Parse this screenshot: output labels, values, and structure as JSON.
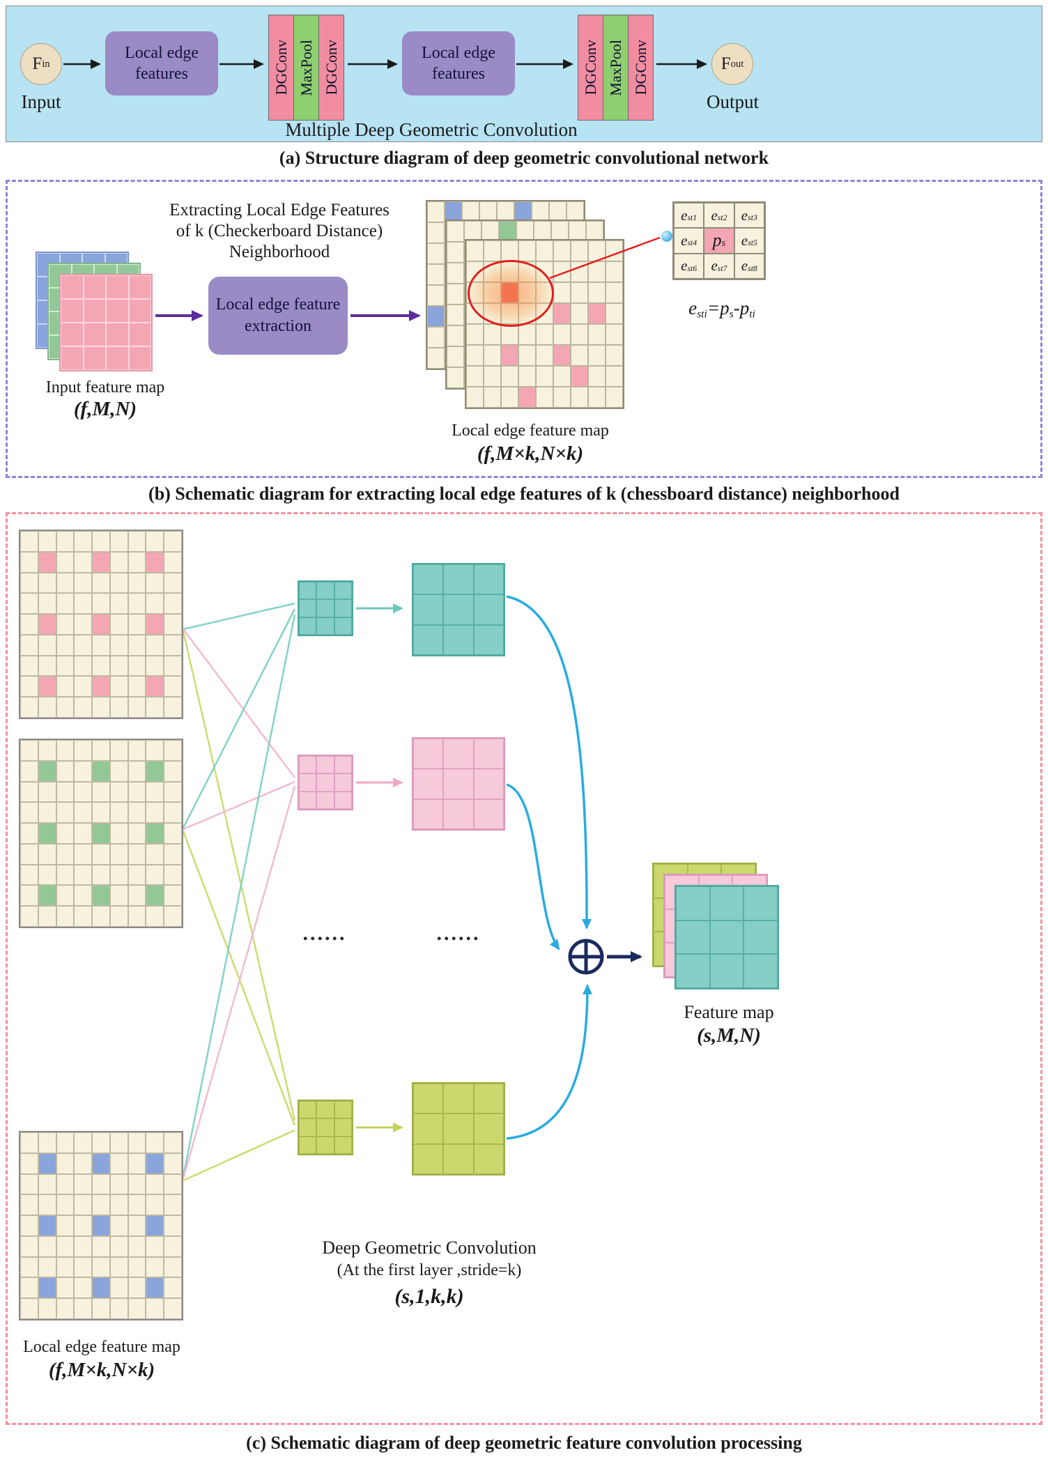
{
  "colors": {
    "panel_a_bg": "#b7e3f3",
    "purple_box": "#9a8ac6",
    "bar_pink": "#f28da1",
    "bar_green": "#8ecf70",
    "node_circle": "#eedfc3",
    "blue": "#8aa4dc",
    "green": "#92c897",
    "pink": "#f4a6b4",
    "cream": "#f6f2dd",
    "redcell": "#ee6a6a",
    "teal": "#85cfc6",
    "lightpink": "#f6c9db",
    "yellow": "#ccd86e",
    "arrow_blue": "#29abe2",
    "navy": "#1b2a5e",
    "purple_arrow": "#5c2d9c",
    "red_highlight": "#e31e1e",
    "panel_b_border": "#8d84d8",
    "panel_c_border": "#f290a0"
  },
  "captions": {
    "a": "(a) Structure diagram of deep geometric convolutional network",
    "b": "(b) Schematic diagram for extracting local edge features of k (chessboard distance) neighborhood",
    "c": "(c) Schematic diagram of deep geometric feature convolution processing"
  },
  "panel_a": {
    "fin_main": "F",
    "fin_sub": "in",
    "fout_main": "F",
    "fout_sub": "out",
    "input_label": "Input",
    "output_label": "Output",
    "box1": "Local edge features",
    "box2": "Local edge features",
    "bars": [
      "DGConv",
      "MaxPool",
      "DGConv"
    ],
    "bottom_label": "Multiple Deep Geometric Convolution"
  },
  "panel_b": {
    "heading_line1": "Extracting Local Edge Features",
    "heading_line2": "of k (Checkerboard Distance)",
    "heading_line3": "Neighborhood",
    "input_map_label": "Input feature map",
    "input_map_dims": "(f,M,N)",
    "extract_line1": "Local edge feature",
    "extract_line2": "extraction",
    "edge_map_label": "Local edge feature map",
    "edge_map_dims": "(f,M×k,N×k)",
    "equation": {
      "lhs_m": "e",
      "lhs_s": "sti",
      "eq": "=",
      "a_m": "p",
      "a_s": "s",
      "minus": "-",
      "b_m": "p",
      "b_s": "ti"
    },
    "table": {
      "c1": {
        "m": "e",
        "s": "st1"
      },
      "c2": {
        "m": "e",
        "s": "st2"
      },
      "c3": {
        "m": "e",
        "s": "st3"
      },
      "c4": {
        "m": "e",
        "s": "st4"
      },
      "c5": {
        "m": "p",
        "s": "s"
      },
      "c6": {
        "m": "e",
        "s": "st5"
      },
      "c7": {
        "m": "e",
        "s": "st6"
      },
      "c8": {
        "m": "e",
        "s": "st7"
      },
      "c9": {
        "m": "e",
        "s": "st8"
      }
    },
    "grids": {
      "input_blue": {
        "rows": 4,
        "cols": 4,
        "cell": "blue",
        "line": "#cdd9f2"
      },
      "input_green": {
        "rows": 4,
        "cols": 4,
        "cell": "green",
        "line": "#d4ecd6"
      },
      "input_pink": {
        "rows": 4,
        "cols": 4,
        "cell": "pink",
        "line": "#fad8de"
      },
      "edge_back": {
        "rows": 8,
        "cols": 9,
        "cell": "cream",
        "line": "#bcb59d",
        "accent": "blue",
        "accents": [
          [
            0,
            1
          ],
          [
            2,
            1
          ],
          [
            5,
            0
          ],
          [
            0,
            5
          ],
          [
            3,
            4
          ]
        ]
      },
      "edge_mid": {
        "rows": 8,
        "cols": 9,
        "cell": "cream",
        "line": "#bcb59d",
        "accent": "green",
        "accents": [
          [
            0,
            3
          ],
          [
            2,
            6
          ],
          [
            5,
            1
          ],
          [
            7,
            4
          ]
        ]
      },
      "edge_front": {
        "rows": 8,
        "cols": 9,
        "cell": "cream",
        "line": "#bcb59d",
        "accent": "pink",
        "accents": [
          [
            2,
            2,
            "redcell"
          ],
          [
            3,
            5
          ],
          [
            5,
            2
          ],
          [
            5,
            5
          ],
          [
            7,
            3
          ],
          [
            6,
            6
          ],
          [
            3,
            7
          ]
        ]
      }
    }
  },
  "panel_c": {
    "edge_map_label": "Local edge feature map",
    "edge_map_dims": "(f,M×k,N×k)",
    "dots": "......",
    "conv_line1": "Deep Geometric  Convolution",
    "conv_line2": "(At the first layer ,stride=k)",
    "conv_dims": "(s,1,k,k)",
    "feature_map_label": "Feature map",
    "feature_map_dims": "(s,M,N)",
    "grids": {
      "big_pink": {
        "rows": 9,
        "cols": 9,
        "cell": "cream",
        "line": "#c0b9a2",
        "accent": "pink",
        "accents": [
          [
            1,
            1
          ],
          [
            1,
            4
          ],
          [
            1,
            7
          ],
          [
            4,
            1
          ],
          [
            4,
            4
          ],
          [
            4,
            7
          ],
          [
            7,
            1
          ],
          [
            7,
            4
          ],
          [
            7,
            7
          ]
        ]
      },
      "big_green": {
        "rows": 9,
        "cols": 9,
        "cell": "cream",
        "line": "#c0b9a2",
        "accent": "green",
        "accents": [
          [
            1,
            1
          ],
          [
            1,
            4
          ],
          [
            1,
            7
          ],
          [
            4,
            1
          ],
          [
            4,
            4
          ],
          [
            4,
            7
          ],
          [
            7,
            1
          ],
          [
            7,
            4
          ],
          [
            7,
            7
          ]
        ]
      },
      "big_blue": {
        "rows": 9,
        "cols": 9,
        "cell": "cream",
        "line": "#c0b9a2",
        "accent": "blue",
        "accents": [
          [
            1,
            1
          ],
          [
            1,
            4
          ],
          [
            1,
            7
          ],
          [
            4,
            1
          ],
          [
            4,
            4
          ],
          [
            4,
            7
          ],
          [
            7,
            1
          ],
          [
            7,
            4
          ],
          [
            7,
            7
          ]
        ]
      },
      "kernel_teal": {
        "rows": 3,
        "cols": 3,
        "cell": "teal",
        "line": "#58b0a6"
      },
      "kernel_pink": {
        "rows": 3,
        "cols": 3,
        "cell": "lightpink",
        "line": "#e0a2c2"
      },
      "kernel_yellow": {
        "rows": 3,
        "cols": 3,
        "cell": "yellow",
        "line": "#aab84e"
      },
      "med_teal": {
        "rows": 3,
        "cols": 3,
        "cell": "teal",
        "line": "#58b0a6"
      },
      "med_pink": {
        "rows": 3,
        "cols": 3,
        "cell": "lightpink",
        "line": "#e0a2c2"
      },
      "med_yellow": {
        "rows": 3,
        "cols": 3,
        "cell": "yellow",
        "line": "#aab84e"
      },
      "fm_back": {
        "rows": 3,
        "cols": 3,
        "cell": "yellow",
        "line": "#aab84e"
      },
      "fm_mid": {
        "rows": 3,
        "cols": 3,
        "cell": "lightpink",
        "line": "#e0a2c2"
      },
      "fm_front": {
        "rows": 3,
        "cols": 3,
        "cell": "teal",
        "line": "#58b0a6"
      }
    }
  }
}
